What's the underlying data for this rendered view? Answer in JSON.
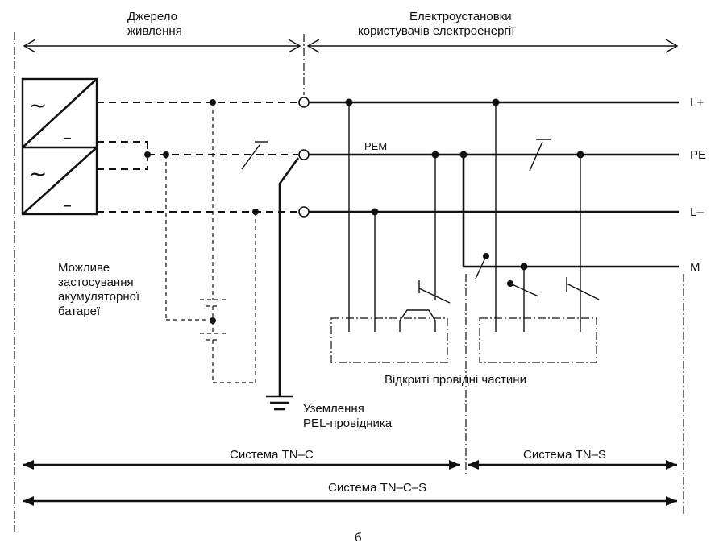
{
  "header": {
    "source_label": [
      "Джерело",
      "живлення"
    ],
    "consumers_label": [
      "Електроустановки",
      "користувачів електроенергії"
    ]
  },
  "conductors": {
    "l_plus": "L+",
    "pe": "PE",
    "l_minus": "L–",
    "m": "M",
    "pem": "PEM"
  },
  "source_symbols": {
    "ac_top": "~",
    "dc_top": "–",
    "ac_bottom": "~",
    "dc_bottom": "–"
  },
  "notes": {
    "battery": [
      "Можливе",
      "застосування",
      "акумуляторної",
      "батареї"
    ],
    "grounding": [
      "Уземлення",
      "PEL-провідника"
    ],
    "exposed_parts": "Відкриті провідні частини"
  },
  "systems": {
    "tn_c": "Система TN–C",
    "tn_s": "Система TN–S",
    "tn_c_s": "Система TN–C–S"
  },
  "caption": "б"
}
